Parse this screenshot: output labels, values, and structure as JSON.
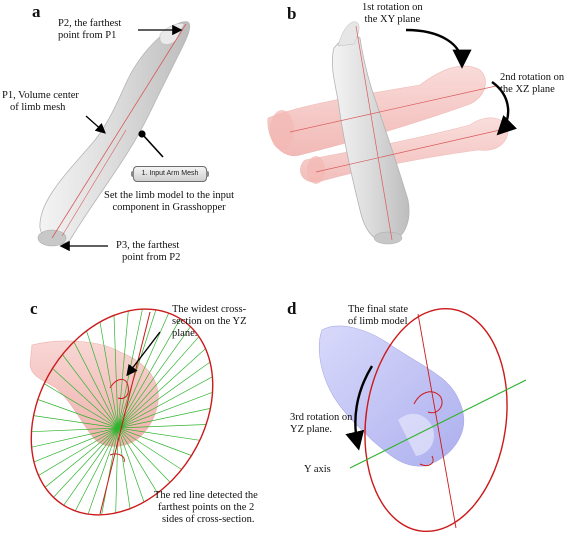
{
  "panels": {
    "a": {
      "letter": "a",
      "p2_label": [
        "P2, the farthest",
        "point from P1"
      ],
      "p1_label": [
        "P1, Volume center",
        "of limb mesh"
      ],
      "component_label": "1. Input Arm Mesh",
      "set_label": [
        "Set the limb model to the input",
        "component in Grasshopper"
      ],
      "p3_label": [
        "P3, the farthest",
        "point from P2"
      ]
    },
    "b": {
      "letter": "b",
      "rot1_label": [
        "1st rotation on",
        "the XY plane"
      ],
      "rot2_label": [
        "2nd rotation on",
        "the XZ plane"
      ]
    },
    "c": {
      "letter": "c",
      "widest_label": [
        "The widest cross-",
        "section on the YZ",
        "plane."
      ],
      "redline_label": [
        "The red line detected the",
        "farthest points on the 2",
        "sides of cross-section."
      ]
    },
    "d": {
      "letter": "d",
      "final_label": [
        "The final state",
        "of limb model"
      ],
      "rot3_label": [
        "3rd rotation on",
        "YZ plane."
      ],
      "yaxis_label": "Y axis"
    }
  },
  "colors": {
    "arm_gray": "#d9d9d9",
    "arm_pink": "#f2b4b0",
    "arm_blue": "#b4b6f2",
    "ellipse_red": "#cc1a1a",
    "spoke_green": "#2fb42f"
  }
}
